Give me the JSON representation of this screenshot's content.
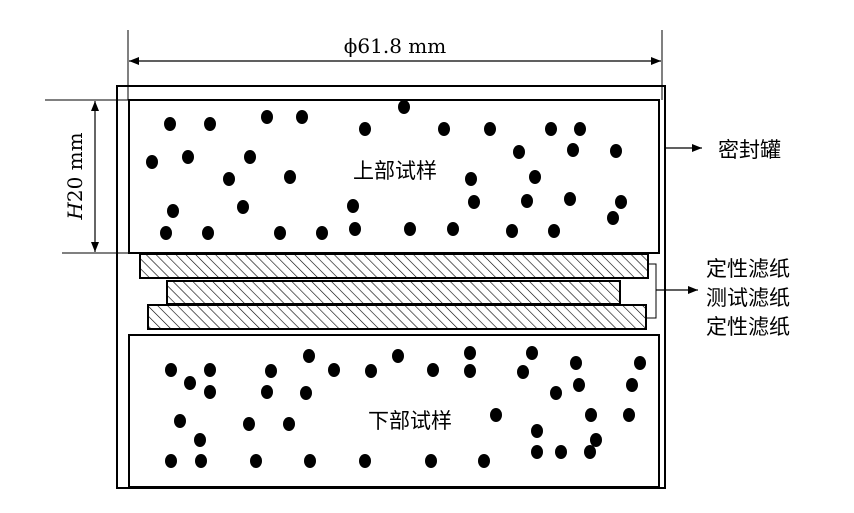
{
  "dimensions": {
    "diameter": "ϕ61.8 mm",
    "height_italic": "H",
    "height_value": "20 mm"
  },
  "labels": {
    "upper_sample": "上部试样",
    "lower_sample": "下部试样",
    "sealed_tank": "密封罐",
    "filter_top": "定性滤纸",
    "filter_test": "测试滤纸",
    "filter_bottom": "定性滤纸"
  },
  "colors": {
    "line": "#000000",
    "background": "#ffffff"
  }
}
